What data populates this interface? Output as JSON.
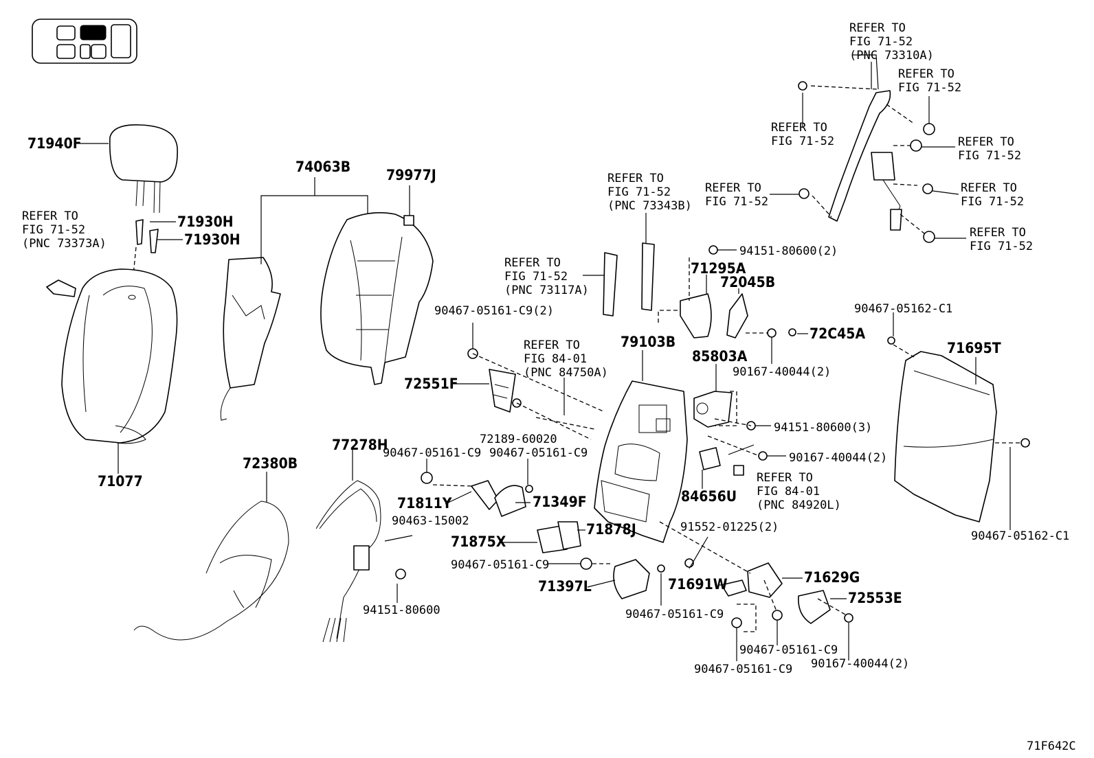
{
  "figure_code": "71F642C",
  "labels": [
    {
      "id": "l71940f",
      "text": "71940F",
      "big": true
    },
    {
      "id": "l71930h1",
      "text": "71930H",
      "big": true
    },
    {
      "id": "l71930h2",
      "text": "71930H",
      "big": true
    },
    {
      "id": "l71077",
      "text": "71077",
      "big": true
    },
    {
      "id": "l74063b",
      "text": "74063B",
      "big": true
    },
    {
      "id": "l79977j",
      "text": "79977J",
      "big": true
    },
    {
      "id": "l72380b",
      "text": "72380B",
      "big": true
    },
    {
      "id": "l77278h",
      "text": "77278H",
      "big": true
    },
    {
      "id": "l72551f",
      "text": "72551F",
      "big": true
    },
    {
      "id": "l71811y",
      "text": "71811Y",
      "big": true
    },
    {
      "id": "l71349f",
      "text": "71349F",
      "big": true
    },
    {
      "id": "l71875x",
      "text": "71875X",
      "big": true
    },
    {
      "id": "l71878j",
      "text": "71878J",
      "big": true
    },
    {
      "id": "l71397l",
      "text": "71397L",
      "big": true
    },
    {
      "id": "l71691w",
      "text": "71691W",
      "big": true
    },
    {
      "id": "l71629g",
      "text": "71629G",
      "big": true
    },
    {
      "id": "l72553e",
      "text": "72553E",
      "big": true
    },
    {
      "id": "l79103b",
      "text": "79103B",
      "big": true
    },
    {
      "id": "l85803a",
      "text": "85803A",
      "big": true
    },
    {
      "id": "l84656u",
      "text": "84656U",
      "big": true
    },
    {
      "id": "l71295a",
      "text": "71295A",
      "big": true
    },
    {
      "id": "l72045b",
      "text": "72045B",
      "big": true
    },
    {
      "id": "l72c45a",
      "text": "72C45A",
      "big": true
    },
    {
      "id": "l71695t",
      "text": "71695T",
      "big": true
    },
    {
      "id": "s1",
      "text": "90467-05161-C9(2)",
      "big": false
    },
    {
      "id": "s2",
      "text": "72189-60020",
      "big": false
    },
    {
      "id": "s3",
      "text": "90467-05161-C9",
      "big": false
    },
    {
      "id": "s4",
      "text": "90467-05161-C9",
      "big": false
    },
    {
      "id": "s5",
      "text": "90463-15002",
      "big": false
    },
    {
      "id": "s6",
      "text": "94151-80600",
      "big": false
    },
    {
      "id": "s7",
      "text": "90467-05161-C9",
      "big": false
    },
    {
      "id": "s8",
      "text": "90467-05161-C9",
      "big": false
    },
    {
      "id": "s9",
      "text": "90467-05161-C9",
      "big": false
    },
    {
      "id": "s10",
      "text": "90467-05161-C9",
      "big": false
    },
    {
      "id": "s11",
      "text": "90167-40044(2)",
      "big": false
    },
    {
      "id": "s12",
      "text": "91552-01225(2)",
      "big": false
    },
    {
      "id": "s13",
      "text": "94151-80600(2)",
      "big": false
    },
    {
      "id": "s14",
      "text": "90167-40044(2)",
      "big": false
    },
    {
      "id": "s15",
      "text": "94151-80600(3)",
      "big": false
    },
    {
      "id": "s16",
      "text": "90167-40044(2)",
      "big": false
    },
    {
      "id": "s17",
      "text": "90467-05162-C1",
      "big": false
    },
    {
      "id": "s18",
      "text": "90467-05162-C1",
      "big": false
    }
  ],
  "refers": [
    {
      "id": "r1",
      "lines": [
        "REFER TO",
        "FIG 71-52",
        "(PNC 73373A)"
      ]
    },
    {
      "id": "r2",
      "lines": [
        "REFER TO",
        "FIG 71-52",
        "(PNC 73117A)"
      ]
    },
    {
      "id": "r3",
      "lines": [
        "REFER TO",
        "FIG 71-52",
        "(PNC 73343B)"
      ]
    },
    {
      "id": "r4",
      "lines": [
        "REFER TO",
        "FIG 84-01",
        "(PNC 84750A)"
      ]
    },
    {
      "id": "r5",
      "lines": [
        "REFER TO",
        "FIG 84-01",
        "(PNC 84920L)"
      ]
    },
    {
      "id": "r6",
      "lines": [
        "REFER TO",
        "FIG 71-52",
        "(PNC 73310A)"
      ]
    },
    {
      "id": "r7",
      "lines": [
        "REFER TO",
        "FIG 71-52"
      ]
    },
    {
      "id": "r8",
      "lines": [
        "REFER TO",
        "FIG 71-52"
      ]
    },
    {
      "id": "r9",
      "lines": [
        "REFER TO",
        "FIG 71-52"
      ]
    },
    {
      "id": "r10",
      "lines": [
        "REFER TO",
        "FIG 71-52"
      ]
    },
    {
      "id": "r11",
      "lines": [
        "REFER TO",
        "FIG 71-52"
      ]
    },
    {
      "id": "r12",
      "lines": [
        "REFER TO",
        "FIG 71-52"
      ]
    }
  ]
}
